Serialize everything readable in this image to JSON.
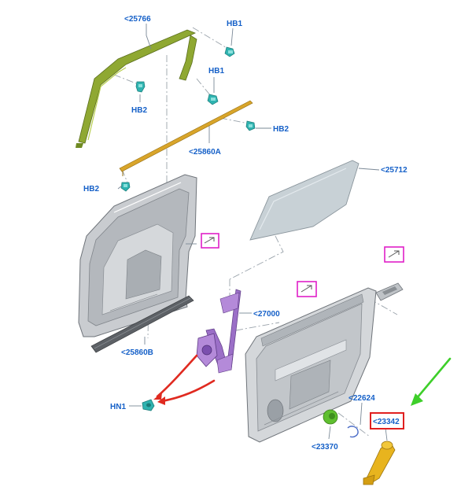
{
  "labels": {
    "p25766": "<25766",
    "hb1_top": "HB1",
    "hb1_mid": "HB1",
    "hb2_left": "HB2",
    "hb2_right": "HB2",
    "hb2_lower": "HB2",
    "p25860A": "<25860A",
    "p25712": "<25712",
    "p27000": "<27000",
    "p25860B": "<25860B",
    "hn1": "HN1",
    "p22624": "<22624",
    "p23342": "<23342",
    "p23370": "<23370"
  },
  "colors": {
    "label_text": "#1560c8",
    "weatherstrip_green": "#8fa832",
    "belt_molding_orange": "#d9a52a",
    "window_glass": "#c8d1d6",
    "door_shell": "#c9ccd0",
    "regulator_purple": "#9b6fc7",
    "clip_teal": "#2fb3b0",
    "handle_yellow": "#e8b41e",
    "callout_magenta": "#e020c8",
    "highlight_box_red": "#e02020",
    "pointer_arrow_green": "#3ecf2a",
    "pointer_arrow_red": "#e02a20",
    "grommet_green": "#5fbf2f"
  },
  "icons": {
    "external_link": "external-link-icon"
  }
}
